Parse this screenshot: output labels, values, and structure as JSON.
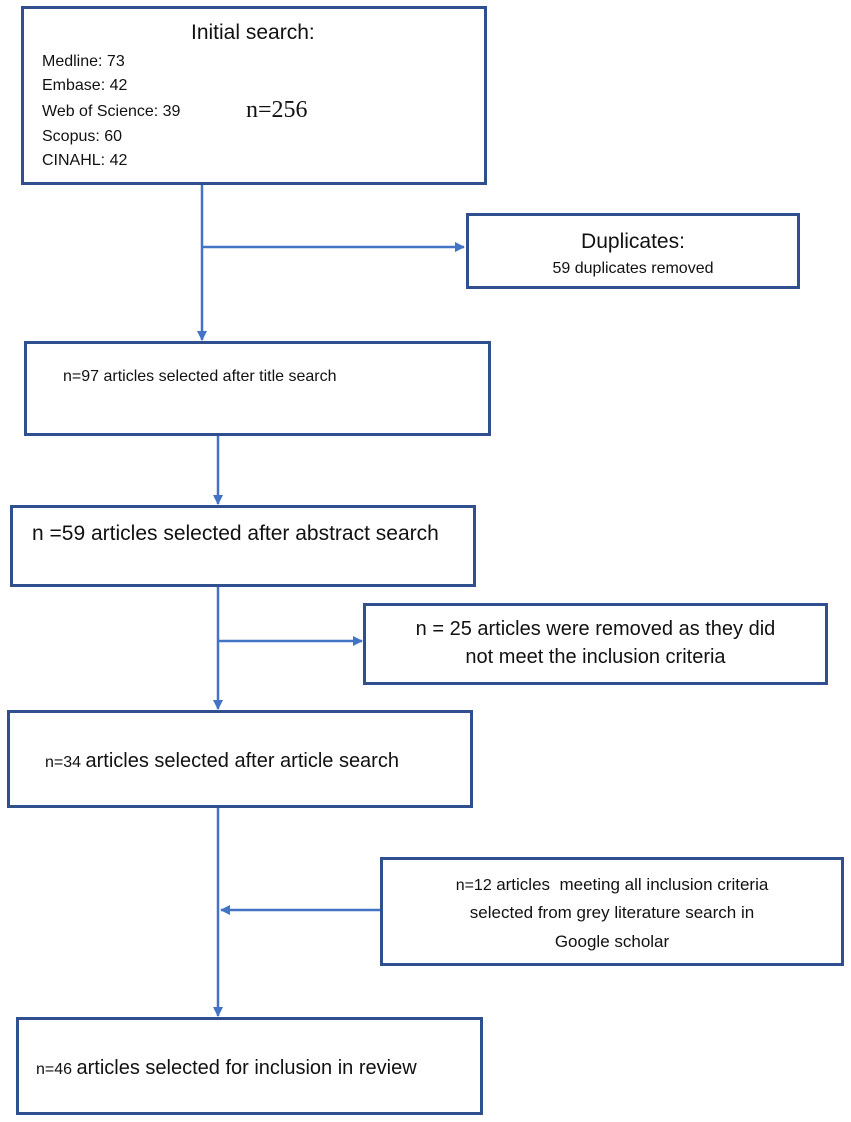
{
  "initial_search": {
    "title": "Initial search:",
    "sources": [
      "Medline: 73",
      "Embase: 42",
      "Web of Science: 39",
      "Scopus: 60",
      "CINAHL: 42"
    ],
    "total": "n=256"
  },
  "duplicates": {
    "title": "Duplicates:",
    "detail": "59 duplicates removed"
  },
  "title_search": {
    "prefix": "n=97",
    "text": "articles selected after title search"
  },
  "abstract_search": {
    "prefix": "n =59",
    "text": "articles selected after abstract search"
  },
  "excluded": {
    "line1": "n = 25 articles were removed as they did",
    "line2": "not meet the inclusion criteria"
  },
  "article_search": {
    "prefix": "n=34",
    "text": "articles selected after article search"
  },
  "grey_literature": {
    "prefix": "n=12",
    "line1": "articles  meeting all inclusion criteria",
    "line2": "selected from grey literature search in",
    "line3": "Google scholar"
  },
  "final": {
    "prefix": "n=46",
    "text": "articles selected for inclusion in review"
  },
  "colors": {
    "box_border": "#2f4f8f",
    "arrow": "#4472c4"
  }
}
